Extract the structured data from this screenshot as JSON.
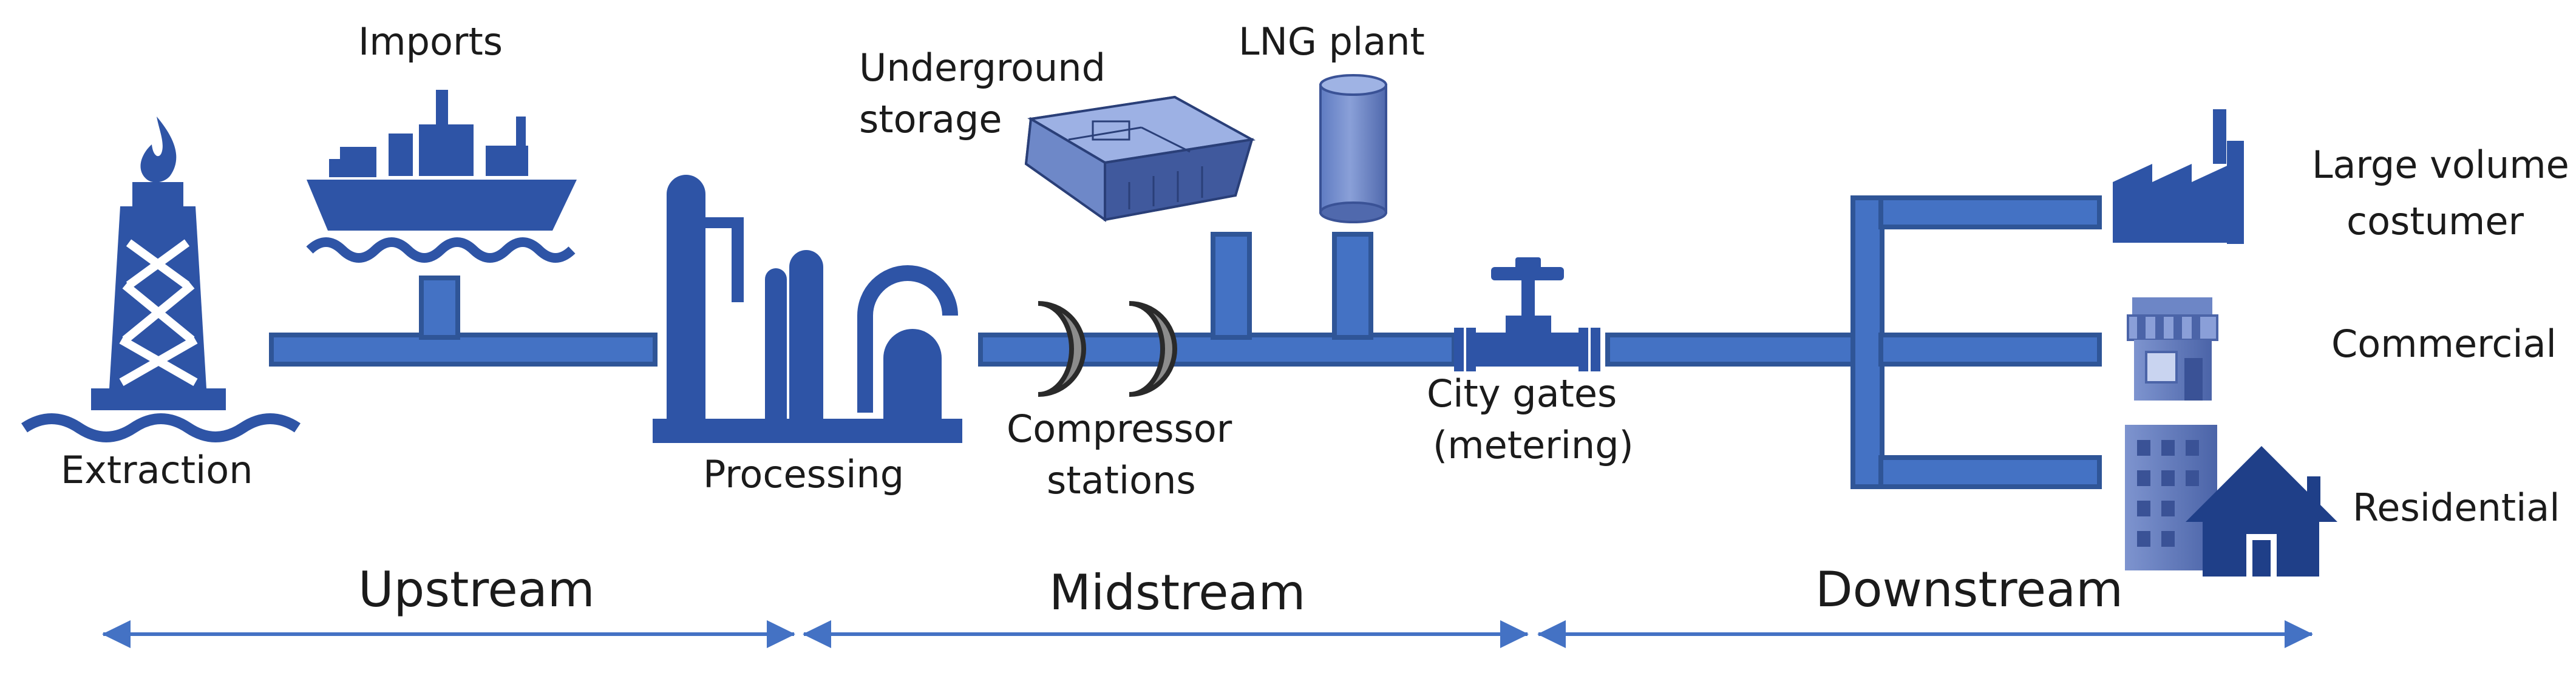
{
  "colors": {
    "pipe": "#4472c4",
    "pipe_edge": "#2f5597",
    "icon": "#2e54a6",
    "icon_dark": "#1f3f88",
    "compressor": "#808080",
    "arrow": "#4472c4",
    "text": "#1b1b1b"
  },
  "labels": {
    "extraction": "Extraction",
    "imports": "Imports",
    "processing": "Processing",
    "underground_storage_1": "Underground",
    "underground_storage_2": "storage",
    "lng_plant": "LNG plant",
    "compressor_1": "Compressor",
    "compressor_2": "stations",
    "city_gates_1": "City gates",
    "city_gates_2": "(metering)",
    "large_volume_1": "Large volume",
    "large_volume_2": "costumer",
    "commercial": "Commercial",
    "residential": "Residential"
  },
  "stages": {
    "upstream": "Upstream",
    "midstream": "Midstream",
    "downstream": "Downstream"
  },
  "icons": {
    "extraction": "oil-rig-icon",
    "imports": "ship-icon",
    "processing": "processing-plant-icon",
    "storage": "underground-storage-icon",
    "lng": "lng-tank-icon",
    "compressor": "compressor-icon",
    "valve": "valve-icon",
    "factory": "factory-icon",
    "shop": "shop-icon",
    "residential": "residential-icon"
  }
}
